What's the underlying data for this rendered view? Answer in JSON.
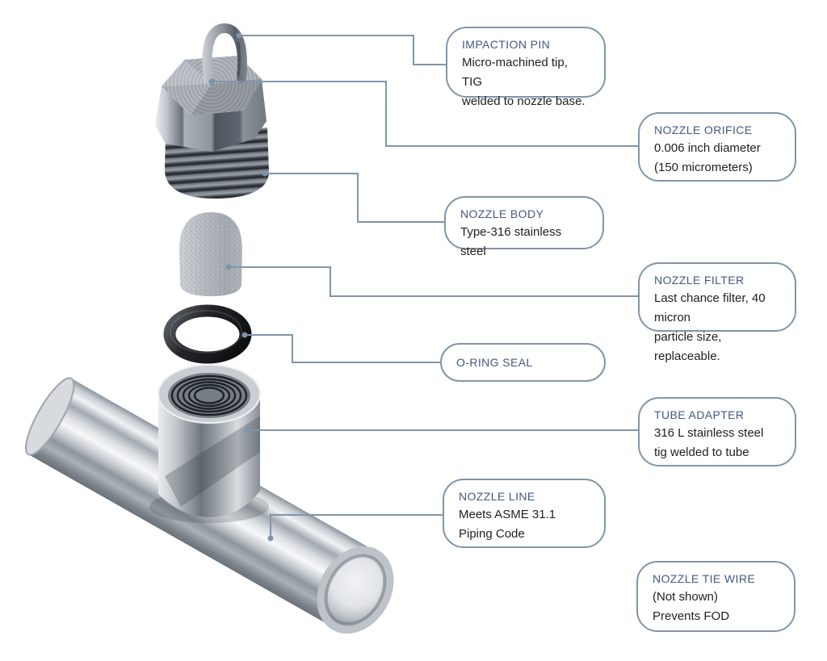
{
  "diagram": {
    "background_color": "#FFFFFF",
    "accent_title_color": "#45587E",
    "leader_line_color": "#8195A9",
    "body_text_color": "#1F1F1F",
    "parts": [
      "impaction-pin-loop",
      "hex-nozzle-body-with-threads",
      "nozzle-filter-capsule",
      "o-ring",
      "tube-adapter-socket",
      "nozzle-line-tube-tee"
    ],
    "callouts": [
      {
        "title": "IMPACTION PIN",
        "lines": [
          "Micro-machined tip, TIG",
          "welded to nozzle base."
        ]
      },
      {
        "title": "NOZZLE ORIFICE",
        "lines": [
          "0.006 inch diameter",
          "(150 micrometers)"
        ]
      },
      {
        "title": "NOZZLE BODY",
        "lines": [
          "Type-316 stainless steel"
        ]
      },
      {
        "title": "NOZZLE FILTER",
        "lines": [
          "Last chance filter, 40 micron",
          "particle size, replaceable."
        ]
      },
      {
        "title": "O-RING SEAL",
        "lines": []
      },
      {
        "title": "TUBE ADAPTER",
        "lines": [
          "316 L stainless steel",
          "tig welded to tube"
        ]
      },
      {
        "title": "NOZZLE LINE",
        "lines": [
          "Meets ASME 31.1",
          "Piping Code"
        ]
      },
      {
        "title": "NOZZLE TIE WIRE",
        "lines": [
          "(Not shown)",
          "Prevents FOD"
        ]
      }
    ]
  }
}
